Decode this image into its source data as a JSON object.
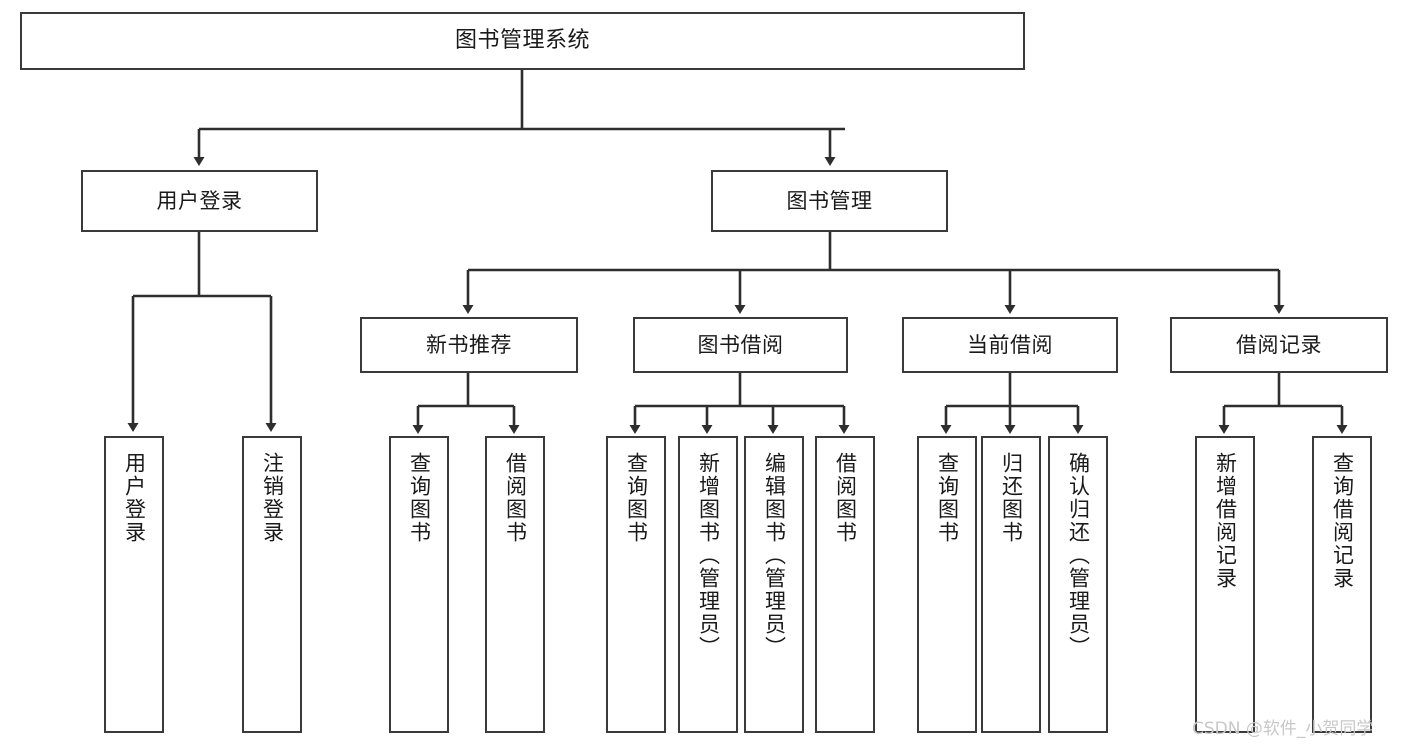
{
  "diagram": {
    "title": "图书管理系统",
    "type": "tree-hierarchy-chart",
    "root": {
      "label": "图书管理系统"
    },
    "level2": [
      {
        "label": "用户登录"
      },
      {
        "label": "图书管理"
      }
    ],
    "level3": [
      {
        "label": "新书推荐"
      },
      {
        "label": "图书借阅"
      },
      {
        "label": "当前借阅"
      },
      {
        "label": "借阅记录"
      }
    ],
    "leaves": {
      "user_login": [
        {
          "label": "用户登录"
        },
        {
          "label": "注销登录"
        }
      ],
      "new_book_recommend": [
        {
          "label": "查询图书"
        },
        {
          "label": "借阅图书"
        }
      ],
      "book_borrow": [
        {
          "label": "查询图书"
        },
        {
          "label": "新增图书（管理员）"
        },
        {
          "label": "编辑图书（管理员）"
        },
        {
          "label": "借阅图书"
        }
      ],
      "current_borrow": [
        {
          "label": "查询图书"
        },
        {
          "label": "归还图书"
        },
        {
          "label": "确认归还（管理员）"
        }
      ],
      "borrow_record": [
        {
          "label": "新增借阅记录"
        },
        {
          "label": "查询借阅记录"
        }
      ]
    },
    "watermark": "CSDN @软件_小贺同学",
    "colors": {
      "stroke": "#3a3a3a",
      "background": "#ffffff",
      "text": "#1a1a1a",
      "watermark": "#c8c8c8"
    }
  }
}
